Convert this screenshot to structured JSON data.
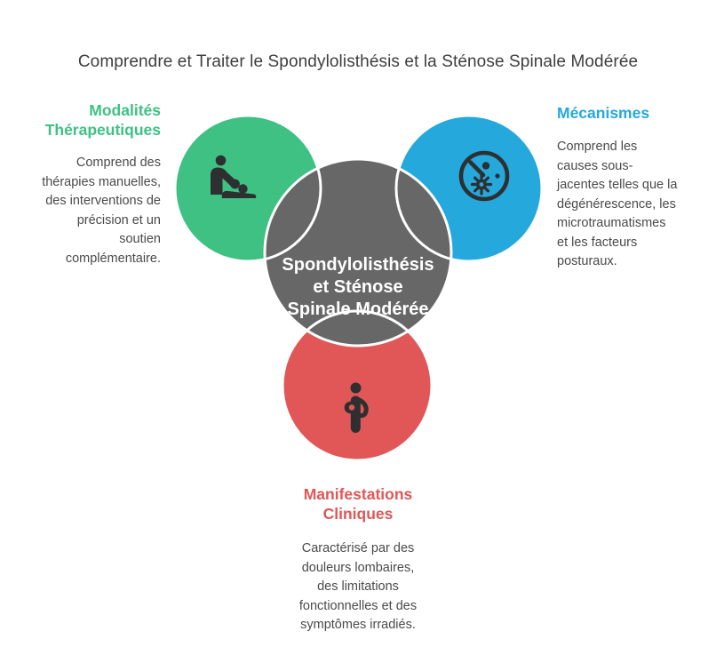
{
  "title": "Comprendre et Traiter le Spondylolisthésis et la Sténose Spinale Modérée",
  "center": {
    "label": "Spondylolisthésis\net Sténose\nSpinale Modérée"
  },
  "sections": {
    "therapies": {
      "heading": "Modalités\nThérapeutiques",
      "body": "Comprend des\nthérapies manuelles,\ndes interventions de\nprécision et un\nsoutien\ncomplémentaire.",
      "icon": "therapist-patient-icon"
    },
    "mechanisms": {
      "heading": "Mécanismes",
      "body": "Comprend les\ncauses sous-\njacentes telles que la\ndégénérescence, les\nmicrotraumatismes\net les facteurs\nposturaux.",
      "icon": "mechanism-gear-icon"
    },
    "clinical": {
      "heading": "Manifestations\nCliniques",
      "body": "Caractérisé par des\ndouleurs lombaires,\ndes limitations\nfonctionnelles et des\nsymptômes irradiés.",
      "icon": "person-back-pain-icon"
    }
  },
  "colors": {
    "green": "#3EC183",
    "blue": "#25A8DC",
    "red": "#E15656",
    "gray": "#676767",
    "icon": "#2D2F30",
    "title-text": "#3E3E3E",
    "body-text": "#4A4A4A",
    "center-text": "#FFFFFF",
    "background": "#FFFFFF"
  }
}
